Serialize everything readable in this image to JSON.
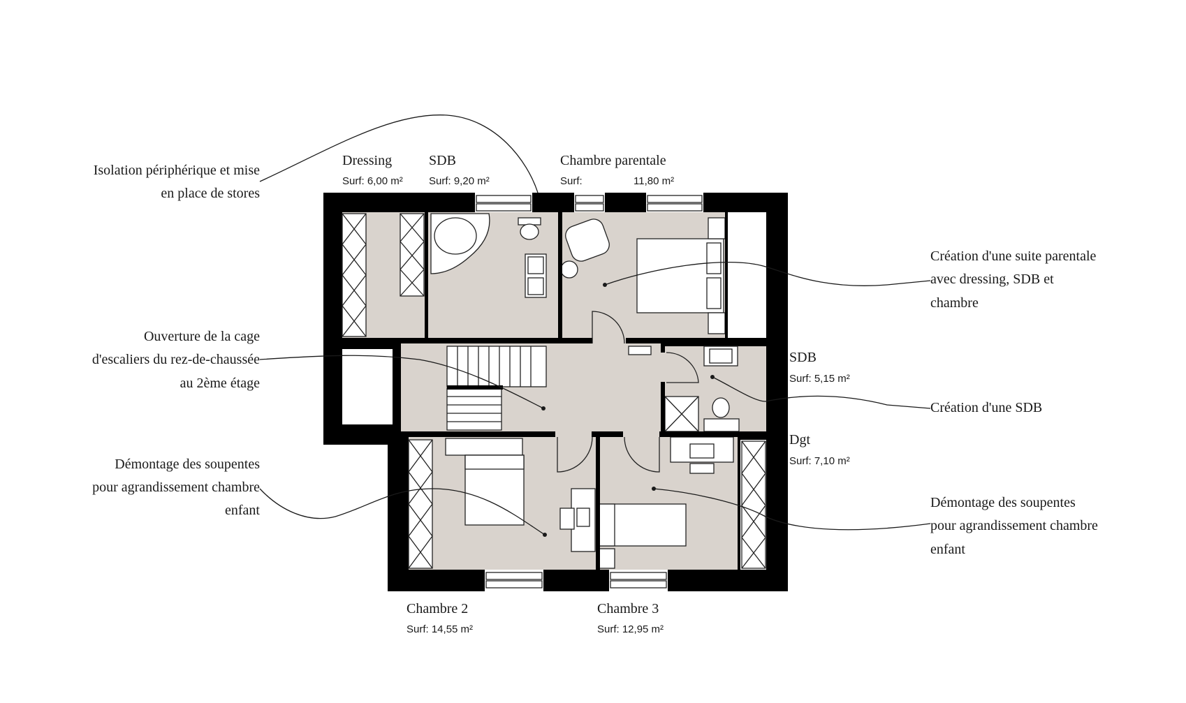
{
  "rooms": [
    {
      "name": "Dressing",
      "area_label": "Surf: 6,00 m²"
    },
    {
      "name": "SDB",
      "area_label": "Surf: 9,20 m²"
    },
    {
      "name": "Chambre parentale",
      "area_prefix": "Surf:",
      "area_value": "11,80 m²"
    },
    {
      "name": "SDB",
      "area_label": "Surf: 5,15 m²"
    },
    {
      "name": "Dgt",
      "area_label": "Surf: 7,10 m²"
    },
    {
      "name": "Chambre 2",
      "area_label": "Surf: 14,55 m²"
    },
    {
      "name": "Chambre 3",
      "area_label": "Surf: 12,95 m²"
    }
  ],
  "annotations": {
    "left": [
      {
        "lines": [
          "Isolation périphérique et mise",
          "en place de stores"
        ]
      },
      {
        "lines": [
          "Ouverture de la cage",
          "d'escaliers du rez-de-chaussée",
          "au 2ème étage"
        ]
      },
      {
        "lines": [
          "Démontage des soupentes",
          "pour agrandissement chambre",
          "enfant"
        ]
      }
    ],
    "right": [
      {
        "lines": [
          "Création d'une suite parentale",
          "avec dressing, SDB et",
          "chambre"
        ]
      },
      {
        "lines": [
          "Création d'une SDB"
        ]
      },
      {
        "lines": [
          "Démontage des soupentes",
          "pour agrandissement chambre",
          "enfant"
        ]
      }
    ]
  },
  "colors": {
    "wall": "#000000",
    "floor": "#d9d3cd",
    "background": "#ffffff"
  }
}
